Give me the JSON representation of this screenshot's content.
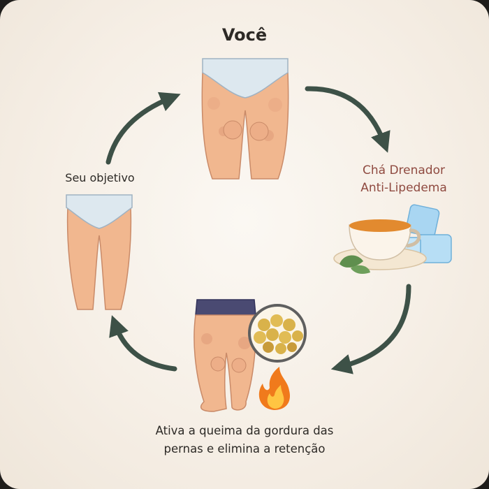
{
  "labels": {
    "voce": "Você",
    "cha_line1": "Chá Drenador",
    "cha_line2": "Anti-Lipedema",
    "objetivo": "Seu objetivo",
    "caption_line1": "Ativa a queima da gordura das",
    "caption_line2": "pernas e elimina a retenção"
  },
  "colors": {
    "arrow": "#3d5147",
    "skin": "#f1b78f",
    "underwear": "#dde8ef",
    "shorts": "#4a4a72",
    "tea": "#e28a2f",
    "ice": "#a9d6f2",
    "leaf": "#5f8f4e",
    "fat": "#d9b24a",
    "flame": "#f07a1c",
    "accent_text": "#8f4a40"
  },
  "icons": [
    "curved-arrow-icon",
    "tea-cup-icon",
    "ice-cube-icon",
    "leaf-icon",
    "flame-icon",
    "fat-cells-icon"
  ]
}
